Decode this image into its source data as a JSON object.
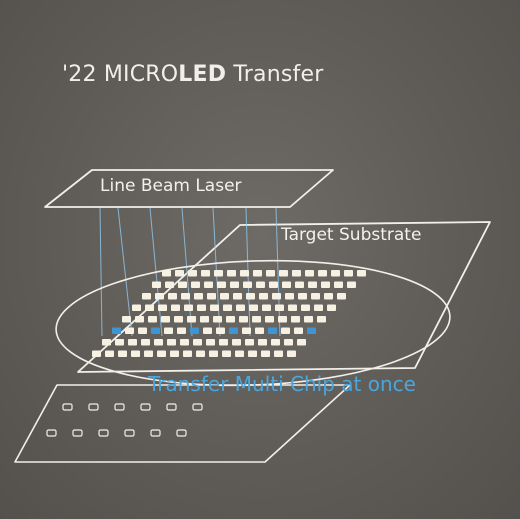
{
  "title": {
    "light": "'22 MICRO",
    "bold": "LED",
    "rest": " Transfer"
  },
  "labels": {
    "line_beam_laser": "Line Beam Laser",
    "target_substrate": "Target Substrate",
    "transfer_caption": "Transfer Multi Chip at once"
  },
  "colors": {
    "background": "#5f5c58",
    "line": "#f2efe9",
    "chip": "#f7f1e3",
    "chip_active": "#3f95d2",
    "beam": "#8fc3e6",
    "caption": "#4aa6de"
  }
}
